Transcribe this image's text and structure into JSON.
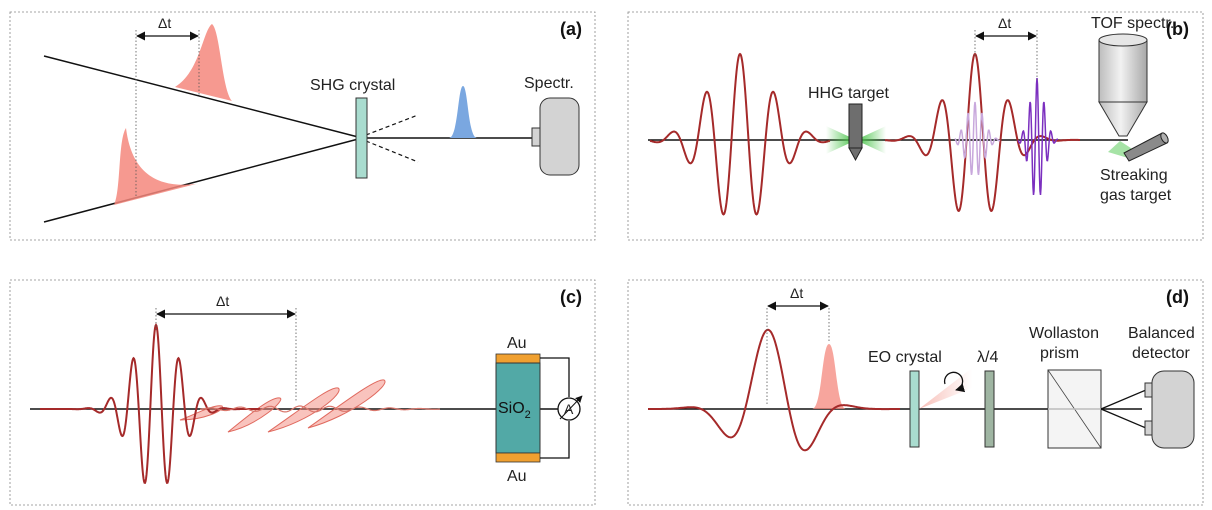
{
  "panels": {
    "a": {
      "label": "(a)",
      "delay": "Δt",
      "crystal": "SHG crystal",
      "spectrometer": "Spectr."
    },
    "b": {
      "label": "(b)",
      "delay": "Δt",
      "tof": "TOF spectr.",
      "hhg": "HHG target",
      "streak_line1": "Streaking",
      "streak_line2": "gas target"
    },
    "c": {
      "label": "(c)",
      "delay": "Δt",
      "au_top": "Au",
      "au_bottom": "Au",
      "sio2_main": "SiO",
      "sio2_sub": "2",
      "ammeter": "A"
    },
    "d": {
      "label": "(d)",
      "delay": "Δt",
      "eo": "EO crystal",
      "qwp": "λ/4",
      "wollaston_line1": "Wollaston",
      "wollaston_line2": "prism",
      "detector_line1": "Balanced",
      "detector_line2": "detector"
    }
  },
  "colors": {
    "pulse_red": "#a52a2a",
    "pulse_pink": "#f4877c",
    "shg_blue": "#7aa7e0",
    "xuv_purple": "#7b2fbf",
    "crystal_green": "#a9dccf",
    "sio2_teal": "#52a9a6",
    "gold": "#f0a030",
    "device_gray": "#d3d3d3",
    "green_glow": "#6bd06b"
  }
}
